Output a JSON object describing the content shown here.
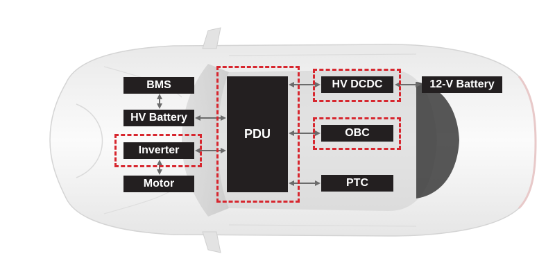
{
  "nodes": {
    "bms": "BMS",
    "hv_battery": "HV Battery",
    "inverter": "Inverter",
    "motor": "Motor",
    "pdu": "PDU",
    "hv_dcdc": "HV DCDC",
    "battery_12v": "12-V Battery",
    "obc": "OBC",
    "ptc": "PTC"
  },
  "colors": {
    "box_fill": "#231f20",
    "box_text": "#ffffff",
    "highlight_dash": "#d7262e",
    "arrow": "#6b6b6b",
    "car_body": "#f2f2f2"
  }
}
